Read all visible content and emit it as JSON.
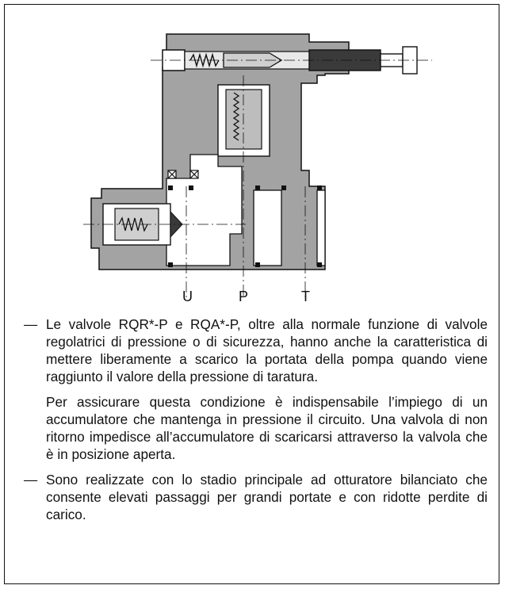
{
  "ports": {
    "u": "U",
    "p": "P",
    "t": "T"
  },
  "bullet_glyph": "—",
  "paragraphs": [
    "Le valvole RQR*-P e RQA*-P, oltre alla normale funzione di valvole regolatrici di pressione o di sicurezza, hanno anche la caratteristica di mettere liberamente a scarico la portata della pompa quando viene raggiunto il valore della pressione di taratura.",
    "Per assicurare questa condizione è indispensabile l’impiego di un accumulatore che mantenga in pressione il circuito. Una valvola di non ritorno impedisce all’accumulatore di scaricarsi attraverso la valvola che è in posizione aperta.",
    "Sono realizzate con lo stadio principale ad otturatore bilanciato che consente elevati passaggi per grandi portate e con ridotte perdite di carico."
  ],
  "colors": {
    "body": "#9a9a9a",
    "dark": "#3a3a3a",
    "line": "#111111"
  }
}
